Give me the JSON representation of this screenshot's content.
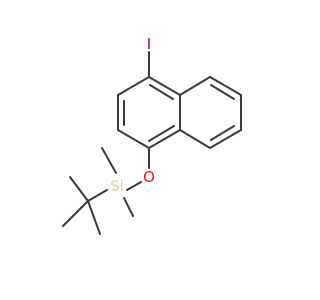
{
  "molecule": {
    "atoms": {
      "iodine": {
        "label": "I",
        "color": "#940094"
      },
      "oxygen": {
        "label": "O",
        "color": "#ff0d0d"
      },
      "silicon": {
        "label": "Si",
        "color": "#f0c8a0"
      }
    },
    "bond_color": "#3a3a3a"
  }
}
